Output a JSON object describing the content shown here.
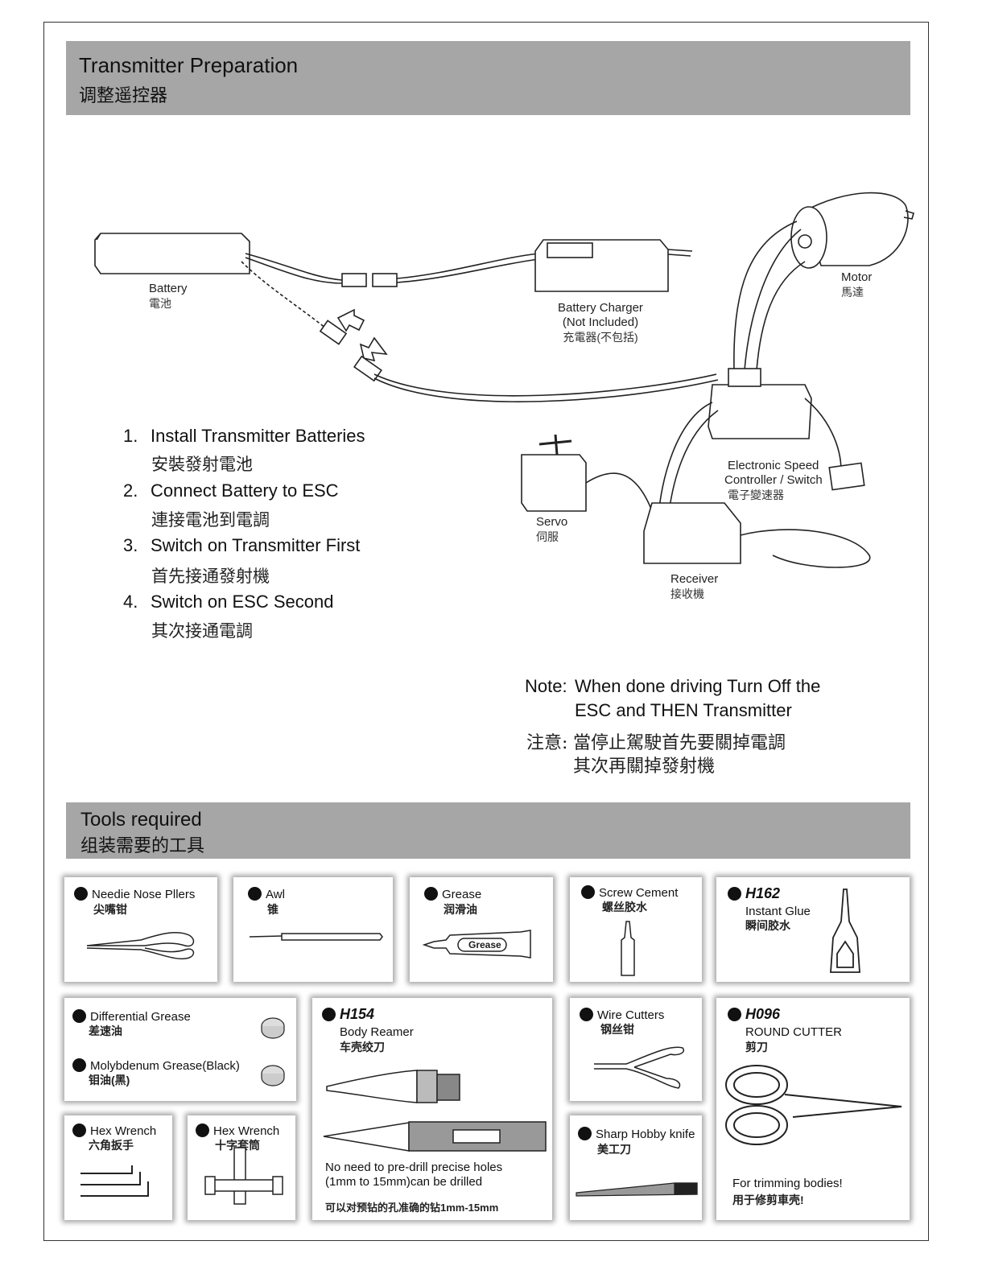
{
  "section1": {
    "title_en": "Transmitter Preparation",
    "title_zh": "调整遥控器"
  },
  "diagram": {
    "battery": {
      "en": "Battery",
      "zh": "電池"
    },
    "charger": {
      "en1": "Battery Charger",
      "en2": "(Not Included)",
      "zh": "充電器(不包括)"
    },
    "motor": {
      "en": "Motor",
      "zh": "馬達"
    },
    "esc": {
      "en1": "Electronic Speed",
      "en2": "Controller / Switch",
      "zh": "電子變速器"
    },
    "servo": {
      "en": "Servo",
      "zh": "伺服"
    },
    "receiver": {
      "en": "Receiver",
      "zh": "接收機"
    }
  },
  "steps": [
    {
      "num": "1.",
      "en": "Install Transmitter Batteries",
      "zh": "安裝發射電池"
    },
    {
      "num": "2.",
      "en": "Connect Battery to ESC",
      "zh": "連接電池到電調"
    },
    {
      "num": "3.",
      "en": "Switch on Transmitter First",
      "zh": "首先接通發射機"
    },
    {
      "num": "4.",
      "en": "Switch on ESC Second",
      "zh": "其次接通電調"
    }
  ],
  "note": {
    "label": "Note:",
    "line1": "When done driving Turn Off the",
    "line2": "ESC and THEN Transmitter",
    "zh_label": "注意:",
    "zh_line1": "當停止駕駛首先要關掉電調",
    "zh_line2": "其次再關掉發射機"
  },
  "section2": {
    "title_en": "Tools required",
    "title_zh": "组装需要的工具"
  },
  "tools": {
    "pliers": {
      "en": "Needie Nose Pllers",
      "zh": "尖嘴钳"
    },
    "awl": {
      "en": "Awl",
      "zh": "锥"
    },
    "grease": {
      "en": "Grease",
      "zh": "润滑油",
      "tube_label": "Grease"
    },
    "screw_cement": {
      "en": "Screw Cement",
      "zh": "螺丝胶水"
    },
    "glue": {
      "code": "H162",
      "en": "Instant Glue",
      "zh": "瞬间胶水"
    },
    "diff_grease": {
      "en": "Differential Grease",
      "zh": "差速油"
    },
    "moly_grease": {
      "en": "Molybdenum Grease(Black)",
      "zh": "钼油(黑)"
    },
    "reamer": {
      "code": "H154",
      "en": "Body Reamer",
      "zh": "车壳绞刀",
      "desc1": "No need to pre-drill precise holes",
      "desc2": "(1mm to 15mm)can be drilled",
      "desc_zh": "可以对预钻的孔准确的钻1mm-15mm"
    },
    "wire_cutters": {
      "en": "Wire Cutters",
      "zh": "钢丝钳"
    },
    "cutter": {
      "code": "H096",
      "en": "ROUND CUTTER",
      "zh": "剪刀",
      "note_en": "For trimming bodies!",
      "note_zh": "用于修剪車壳!"
    },
    "hex1": {
      "en": "Hex Wrench",
      "zh": "六角扳手"
    },
    "hex2": {
      "en": "Hex Wrench",
      "zh": "十字套筒"
    },
    "knife": {
      "en": "Sharp Hobby knife",
      "zh": "美工刀"
    }
  }
}
